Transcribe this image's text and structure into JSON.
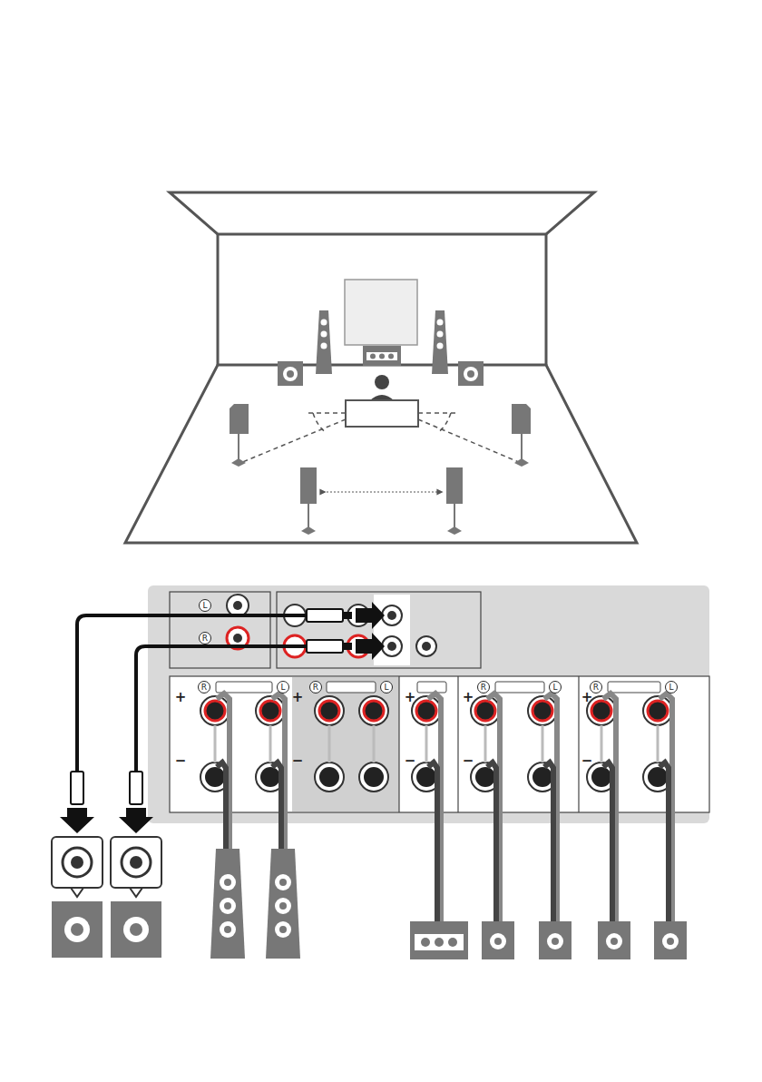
{
  "diagram": {
    "labels": [
      "L",
      "R",
      "R",
      "L",
      "+",
      "−",
      "R",
      "L",
      "+",
      "−",
      "+",
      "−",
      "R",
      "L",
      "+",
      "−",
      "R",
      "L",
      "+",
      "−"
    ]
  }
}
